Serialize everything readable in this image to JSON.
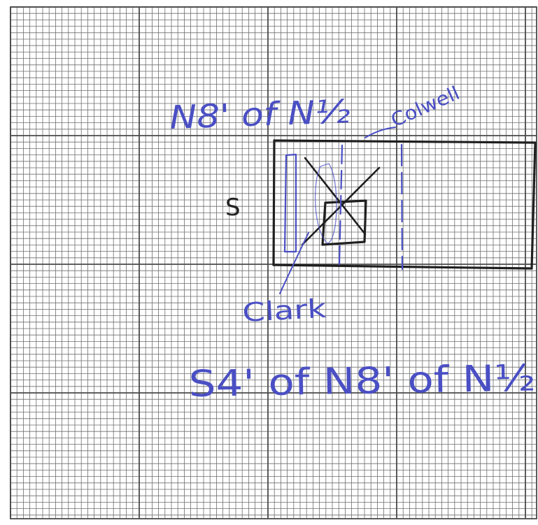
{
  "labels": {
    "top_parcel": "N8' of N½",
    "owner_top": "Colwell",
    "side_mark": "S",
    "owner_bottom": "Clark",
    "bottom_parcel": "S4' of N8' of N½"
  },
  "colors": {
    "paper": "#ffffff",
    "fine_grid": "#6e6e6e",
    "major_grid": "#4a4a4a",
    "ink_dark": "#1f1f1f",
    "ink_blue": "#4a4fc4"
  }
}
